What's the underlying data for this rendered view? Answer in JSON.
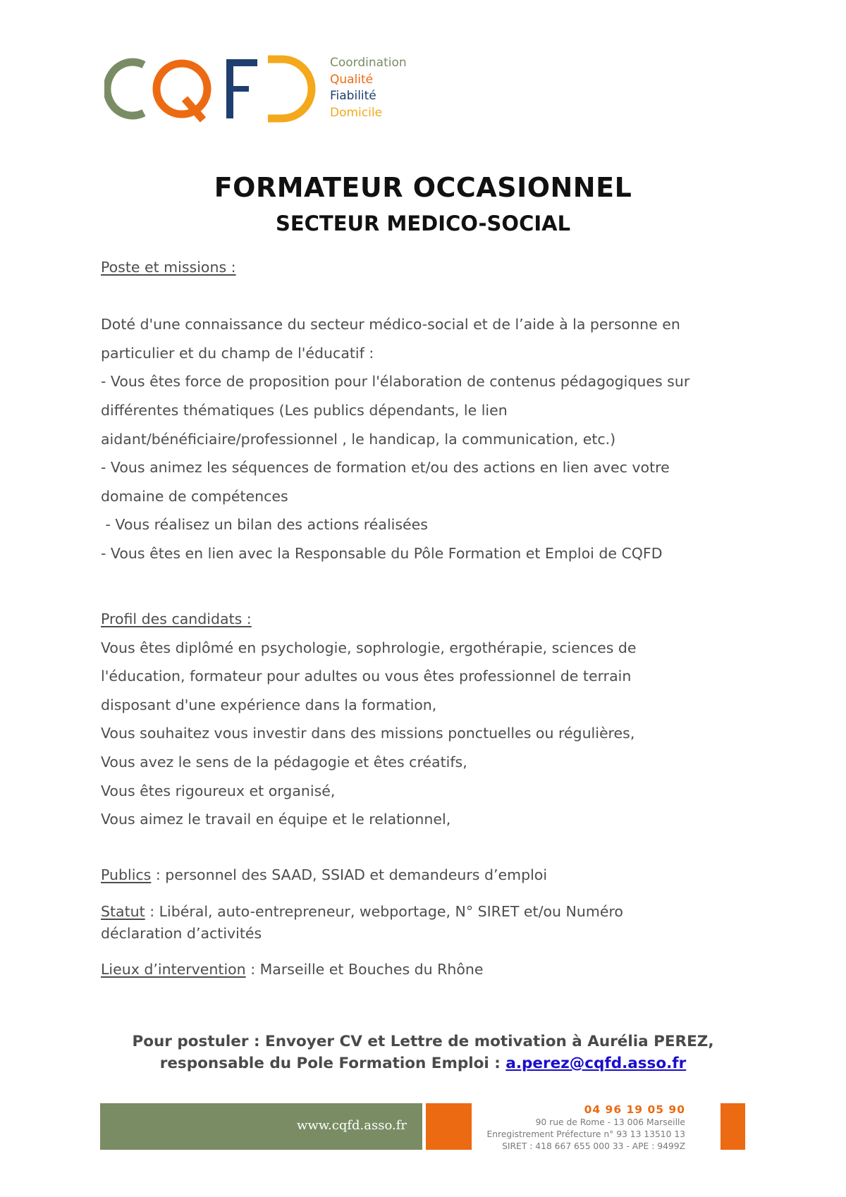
{
  "logo": {
    "letters": "CQFD",
    "lines": [
      {
        "text": "Coordination",
        "color": "#7a8c64"
      },
      {
        "text": "Qualité",
        "color": "#ec6a12"
      },
      {
        "text": "Fiabilité",
        "color": "#1f3f6e"
      },
      {
        "text": "Domicile",
        "color": "#f4a81c"
      }
    ]
  },
  "title": "FORMATEUR OCCASIONNEL",
  "subtitle": "SECTEUR MEDICO-SOCIAL",
  "missions": {
    "heading": "Poste et missions :",
    "lines": [
      "Doté d'une connaissance du secteur médico-social et de l’aide à la personne en",
      "particulier et du champ de l'éducatif :",
      "- Vous êtes force de proposition pour l'élaboration de contenus pédagogiques sur",
      "différentes thématiques  (Les publics dépendants, le lien",
      "aidant/bénéficiaire/professionnel , le handicap, la communication, etc.)",
      "- Vous animez les séquences de formation et/ou des actions en lien avec votre",
      "domaine de compétences",
      " - Vous réalisez un bilan des actions réalisées",
      "- Vous êtes en lien avec la Responsable du Pôle Formation et Emploi de CQFD"
    ]
  },
  "profile": {
    "heading": "Profil des candidats :",
    "lines": [
      "Vous êtes diplômé en psychologie, sophrologie, ergothérapie, sciences de",
      "l'éducation, formateur pour adultes ou vous êtes professionnel de terrain",
      "disposant d'une expérience dans la formation,",
      "Vous souhaitez vous investir dans des missions ponctuelles ou régulières,",
      "Vous avez le sens de la pédagogie et êtes créatifs,",
      "Vous êtes rigoureux et organisé,",
      "Vous aimez le travail en équipe et le relationnel,"
    ]
  },
  "publics": {
    "label": "Publics",
    "text": " : personnel des SAAD, SSIAD et demandeurs d’emploi"
  },
  "statut": {
    "label": "Statut",
    "text": " : Libéral, auto-entrepreneur, webportage, N° SIRET et/ou Numéro déclaration d’activités"
  },
  "lieux": {
    "label": "Lieux d’intervention",
    "text": " : Marseille et Bouches du Rhône"
  },
  "apply": {
    "line1": "Pour postuler : Envoyer CV et Lettre de motivation à Aurélia PEREZ,",
    "line2_prefix": "responsable du Pole Formation Emploi : ",
    "email": "a.perez@cqfd.asso.fr"
  },
  "footer": {
    "url": "www.cqfd.asso.fr",
    "phone": "04 96 19 05 90",
    "address": "90 rue de Rome - 13 006 Marseille",
    "registration": "Enregistrement Préfecture n° 93 13 13510 13",
    "siret": "SIRET : 418 667 655 000 33 - APE : 9499Z"
  },
  "colors": {
    "green": "#7a8c64",
    "orange": "#ec6a12",
    "navy": "#1f3f6e",
    "yellow": "#f4a81c",
    "link": "#1a0dcc"
  }
}
